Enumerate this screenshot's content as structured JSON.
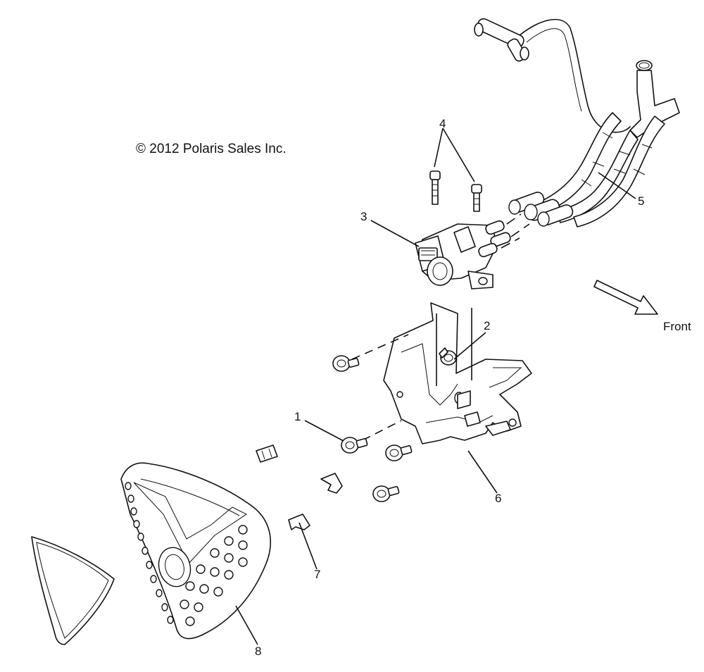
{
  "copyright": "© 2012 Polaris Sales Inc.",
  "direction_label": "Front",
  "callouts": [
    {
      "id": "1",
      "text": "1"
    },
    {
      "id": "2",
      "text": "2"
    },
    {
      "id": "3",
      "text": "3"
    },
    {
      "id": "4",
      "text": "4"
    },
    {
      "id": "5",
      "text": "5"
    },
    {
      "id": "6",
      "text": "6"
    },
    {
      "id": "7",
      "text": "7"
    },
    {
      "id": "8",
      "text": "8"
    }
  ]
}
